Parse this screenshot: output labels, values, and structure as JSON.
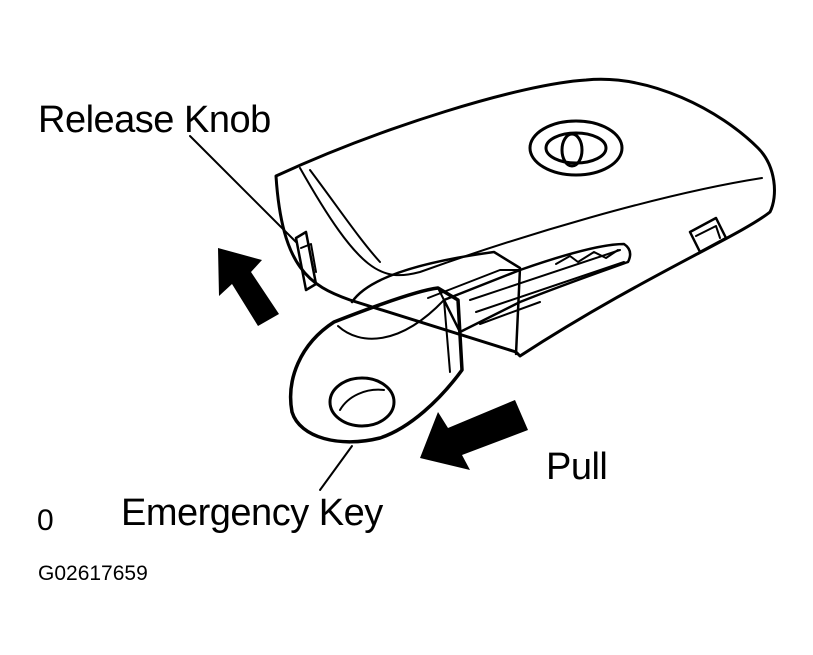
{
  "labels": {
    "release_knob": "Release Knob",
    "pull": "Pull",
    "emergency_key": "Emergency Key",
    "zero": "0",
    "figure_code": "G02617659"
  },
  "colors": {
    "ink": "#000000",
    "paper": "#ffffff"
  },
  "icons": {
    "logo": "toyota-logo-icon",
    "release_arrow": "up-arrow-icon",
    "pull_arrow": "left-arrow-icon"
  }
}
